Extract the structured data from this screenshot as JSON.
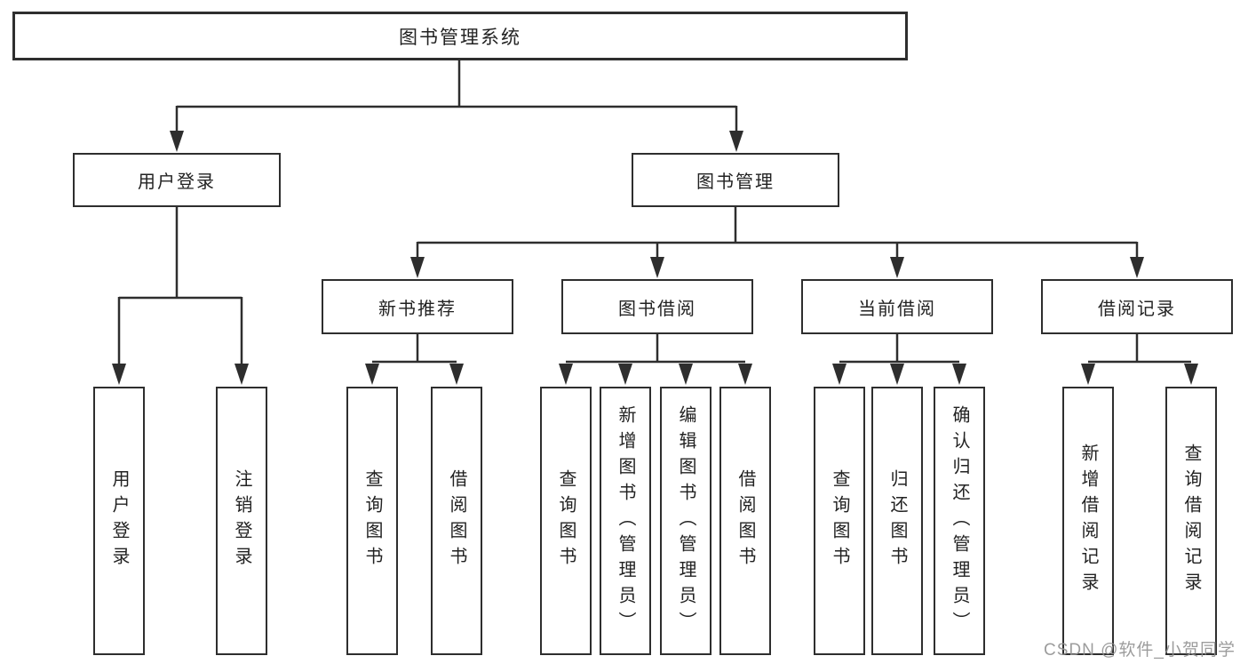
{
  "diagram": {
    "watermark": "CSDN @软件_小贺同学",
    "colors": {
      "line": "#2e2e2e",
      "box_border": "#2e2e2e",
      "box_fill": "#ffffff",
      "text": "#222222",
      "watermark": "#919191",
      "background": "#ffffff"
    },
    "root": {
      "label": "图书管理系统",
      "children": [
        {
          "label": "用户登录",
          "children": [
            {
              "label": "用户登录"
            },
            {
              "label": "注销登录"
            }
          ]
        },
        {
          "label": "图书管理",
          "children": [
            {
              "label": "新书推荐",
              "children": [
                {
                  "label": "查询图书"
                },
                {
                  "label": "借阅图书"
                }
              ]
            },
            {
              "label": "图书借阅",
              "children": [
                {
                  "label": "查询图书"
                },
                {
                  "label": "新增图书（管理员）"
                },
                {
                  "label": "编辑图书（管理员）"
                },
                {
                  "label": "借阅图书"
                }
              ]
            },
            {
              "label": "当前借阅",
              "children": [
                {
                  "label": "查询图书"
                },
                {
                  "label": "归还图书"
                },
                {
                  "label": "确认归还（管理员）"
                }
              ]
            },
            {
              "label": "借阅记录",
              "children": [
                {
                  "label": "新增借阅记录"
                },
                {
                  "label": "查询借阅记录"
                }
              ]
            }
          ]
        }
      ]
    }
  }
}
